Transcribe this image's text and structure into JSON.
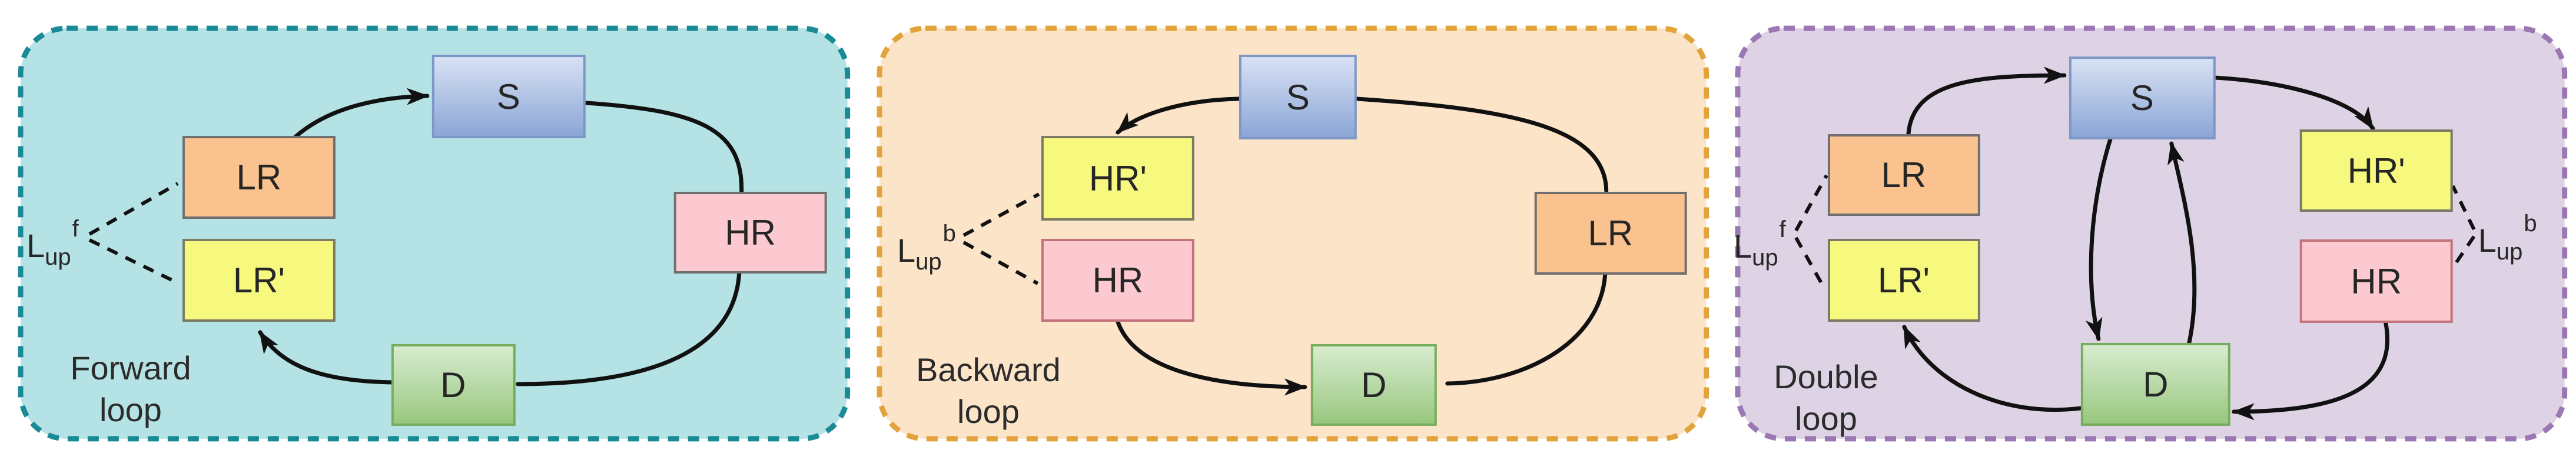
{
  "panels": [
    {
      "name": "forward-loop",
      "caption": {
        "line1": "Forward",
        "line2": "loop"
      },
      "loss": {
        "base": "L",
        "sub": "up",
        "sup": "f"
      },
      "colors": {
        "bg": "#b5e2e4",
        "border": "#1a8a96"
      },
      "nodes": {
        "s": "S",
        "lr": "LR",
        "lr_prime": "LR'",
        "hr": "HR",
        "d": "D"
      }
    },
    {
      "name": "backward-loop",
      "caption": {
        "line1": "Backward",
        "line2": "loop"
      },
      "loss": {
        "base": "L",
        "sub": "up",
        "sup": "b"
      },
      "colors": {
        "bg": "#fce4c9",
        "border": "#e2a33b"
      },
      "nodes": {
        "s": "S",
        "hr_prime": "HR'",
        "hr": "HR",
        "lr": "LR",
        "d": "D"
      }
    },
    {
      "name": "double-loop",
      "caption": {
        "line1": "Double",
        "line2": "loop"
      },
      "loss_f": {
        "base": "L",
        "sub": "up",
        "sup": "f"
      },
      "loss_b": {
        "base": "L",
        "sub": "up",
        "sup": "b"
      },
      "colors": {
        "bg": "#ddd3e4",
        "border": "#9b77b4"
      },
      "nodes": {
        "s": "S",
        "lr": "LR",
        "lr_prime": "LR'",
        "hr_prime": "HR'",
        "hr": "HR",
        "d": "D"
      }
    }
  ],
  "node_colors": {
    "s_fill_top": "#d9e2f4",
    "s_fill_bottom": "#8aa5d6",
    "s_border": "#7d97c6",
    "lr_fill": "#f9c28f",
    "lr_border": "#6f6f6f",
    "prime_fill": "#f6f97e",
    "prime_border": "#7a7a65",
    "hr_fill": "#fbc9cf",
    "hr_border_gray": "#6f6f6f",
    "hr_border_red": "#c4737b",
    "d_fill_top": "#d8ecd0",
    "d_fill_bottom": "#98c77e",
    "d_border": "#76ad5b",
    "arrow": "#111111"
  }
}
